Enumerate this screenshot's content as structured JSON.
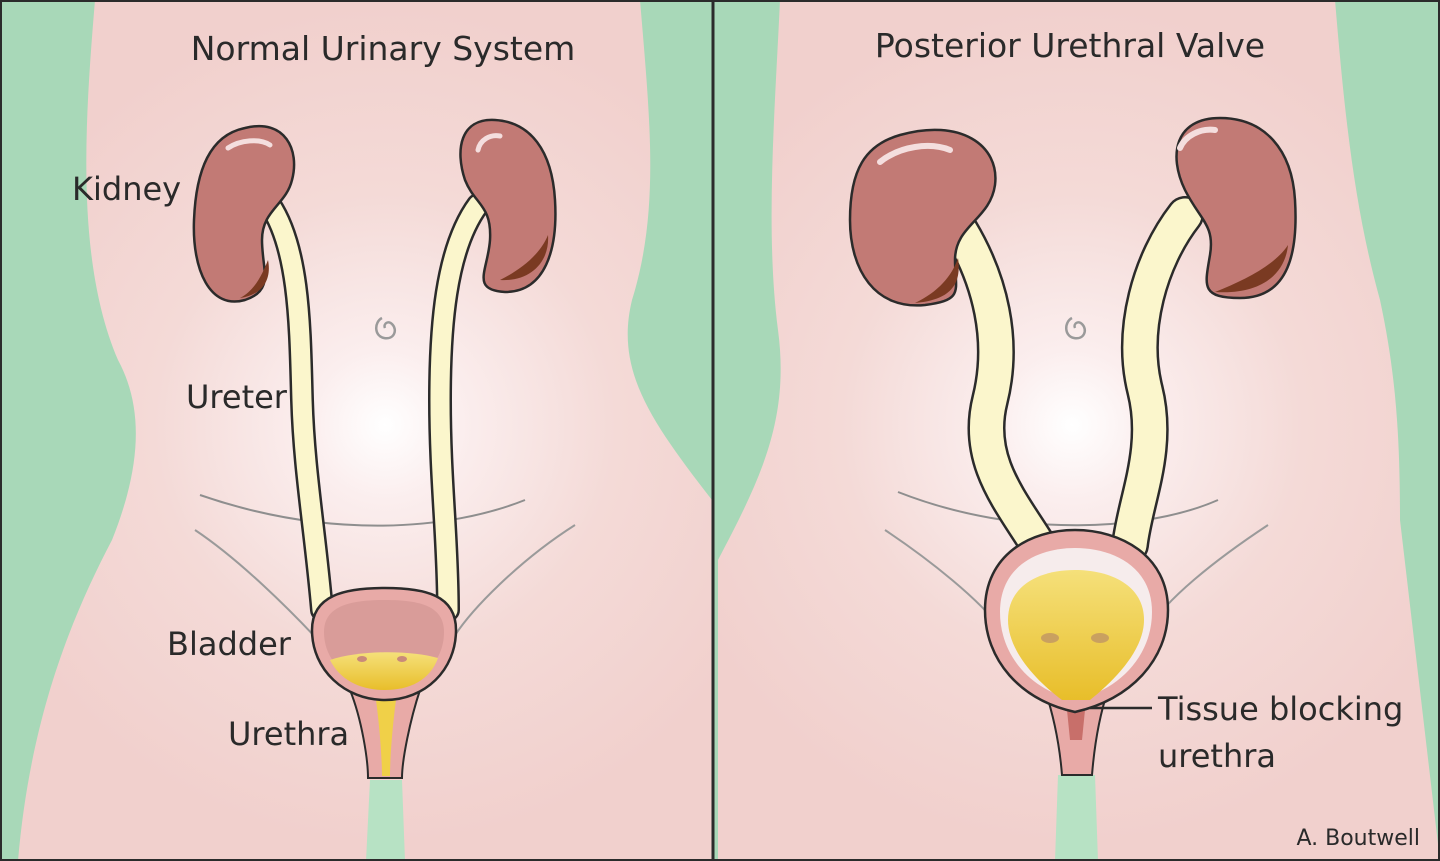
{
  "panels": {
    "left": {
      "title": "Normal Urinary System",
      "labels": {
        "kidney": "Kidney",
        "ureter": "Ureter",
        "bladder": "Bladder",
        "urethra": "Urethra"
      }
    },
    "right": {
      "title": "Posterior Urethral Valve",
      "annotation": {
        "line1": "Tissue blocking",
        "line2": "urethra"
      }
    }
  },
  "credit": "A. Boutwell",
  "colors": {
    "background_green": "#a8d8b8",
    "skin": "#f3d5d2",
    "skin_glow": "#ffffff",
    "kidney": "#c27a75",
    "kidney_shadow": "#7a3a22",
    "ureter": "#fbf6cc",
    "bladder_wall": "#e8aaa7",
    "urine": "#f0d048",
    "outline": "#2b2b2b",
    "panel_border": "#2b2b2b"
  }
}
